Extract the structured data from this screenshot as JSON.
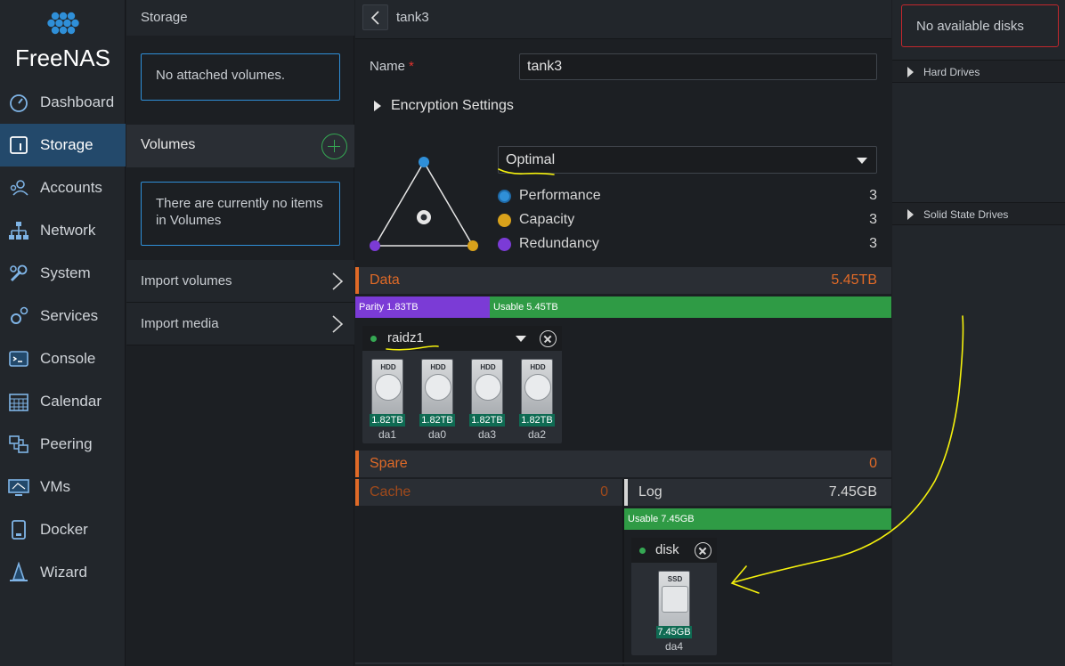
{
  "nav": {
    "brand": "FreeNAS",
    "items": [
      {
        "label": "Dashboard",
        "icon": "dashboard-icon"
      },
      {
        "label": "Storage",
        "icon": "storage-icon"
      },
      {
        "label": "Accounts",
        "icon": "accounts-icon"
      },
      {
        "label": "Network",
        "icon": "network-icon"
      },
      {
        "label": "System",
        "icon": "system-icon"
      },
      {
        "label": "Services",
        "icon": "services-icon"
      },
      {
        "label": "Console",
        "icon": "console-icon"
      },
      {
        "label": "Calendar",
        "icon": "calendar-icon"
      },
      {
        "label": "Peering",
        "icon": "peering-icon"
      },
      {
        "label": "VMs",
        "icon": "vms-icon"
      },
      {
        "label": "Docker",
        "icon": "docker-icon"
      },
      {
        "label": "Wizard",
        "icon": "wizard-icon"
      }
    ],
    "active": "Storage"
  },
  "storage": {
    "header": "Storage",
    "attached_msg": "No attached volumes.",
    "volumes_label": "Volumes",
    "volumes_empty_msg": "There are currently no items in Volumes",
    "import_volumes": "Import volumes",
    "import_media": "Import media"
  },
  "editor": {
    "title": "tank3",
    "name_label": "Name",
    "name_required": "*",
    "name_value": "tank3",
    "encryption_label": "Encryption Settings",
    "layout_select": "Optimal",
    "metrics": [
      {
        "label": "Performance",
        "value": "3",
        "color": "#2f8fd8"
      },
      {
        "label": "Capacity",
        "value": "3",
        "color": "#d9a21b"
      },
      {
        "label": "Redundancy",
        "value": "3",
        "color": "#7b3bd6"
      }
    ],
    "data": {
      "label": "Data",
      "size": "5.45TB",
      "parity_label": "Parity 1.83TB",
      "usable_label": "Usable 5.45TB",
      "vdev": {
        "name": "raidz1",
        "disks": [
          {
            "type": "HDD",
            "size": "1.82TB",
            "name": "da1"
          },
          {
            "type": "HDD",
            "size": "1.82TB",
            "name": "da0"
          },
          {
            "type": "HDD",
            "size": "1.82TB",
            "name": "da3"
          },
          {
            "type": "HDD",
            "size": "1.82TB",
            "name": "da2"
          }
        ]
      }
    },
    "spare": {
      "label": "Spare",
      "value": "0"
    },
    "cache": {
      "label": "Cache",
      "value": "0"
    },
    "log": {
      "label": "Log",
      "size": "7.45GB",
      "usable_label": "Usable 7.45GB",
      "vdev": {
        "name": "disk",
        "disks": [
          {
            "type": "SSD",
            "size": "7.45GB",
            "name": "da4"
          }
        ]
      }
    }
  },
  "available": {
    "alert": "No available disks",
    "hard_drives": "Hard Drives",
    "ssds": "Solid State Drives"
  },
  "colors": {
    "accent_blue": "#23496b",
    "orange": "#e06a27",
    "green": "#35a853",
    "parity_purple": "#7b3bd6",
    "annotation_yellow": "#f5f10c"
  }
}
